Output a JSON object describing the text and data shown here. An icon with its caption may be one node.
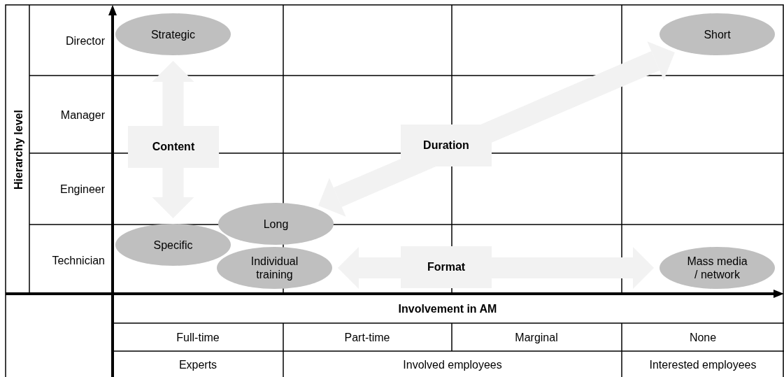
{
  "diagram": {
    "nodes": [
      {
        "text": [
          "Strategic"
        ]
      },
      {
        "text": [
          "Short"
        ]
      },
      {
        "text": [
          "Long"
        ]
      },
      {
        "text": [
          "Specific"
        ]
      },
      {
        "text": [
          "Individual training"
        ]
      },
      {
        "text": [
          "Mass media / network"
        ]
      }
    ],
    "edges": [
      {
        "from": 0,
        "to": 3,
        "arrow": "both",
        "label": "Content"
      },
      {
        "from": 2,
        "to": 1,
        "arrow": "both",
        "label": "Duration"
      },
      {
        "from": 4,
        "to": 5,
        "arrow": "both",
        "label": "Format"
      }
    ],
    "labels": [
      "Hierarchy level",
      "Director",
      "Manager",
      "Engineer",
      "Technician",
      "Involvement in AM",
      "Full-time",
      "Part-time",
      "Marginal",
      "None",
      "Experts",
      "Involved employees",
      "Interested employees"
    ]
  }
}
